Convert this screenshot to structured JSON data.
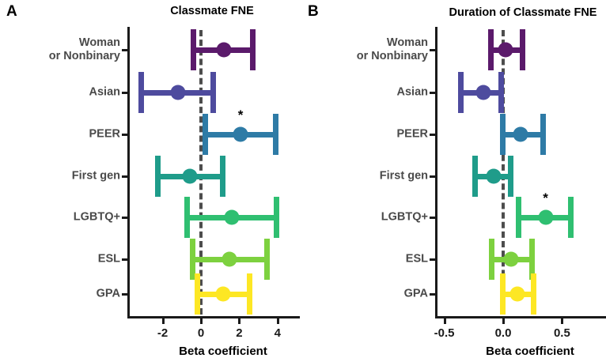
{
  "figure": {
    "panels": [
      {
        "letter": "A",
        "title": "Classmate FNE",
        "xlabel": "Beta coefficient",
        "xticks": [
          "-2",
          "0",
          "2",
          "4"
        ],
        "xtick_values": [
          -2,
          0,
          2,
          4
        ],
        "xlim": [
          -3.85,
          4.95
        ],
        "zero_reference": 0
      },
      {
        "letter": "B",
        "title": "Duration of Classmate FNE",
        "xlabel": "Beta coefficient",
        "xticks": [
          "-0.5",
          "0.0",
          "0.5"
        ],
        "xtick_values": [
          -0.5,
          0.0,
          0.5
        ],
        "xlim": [
          -0.63,
          0.8
        ],
        "zero_reference": 0
      }
    ],
    "categories": [
      "Woman\nor Nonbinary",
      "Asian",
      "PEER",
      "First gen",
      "LGBTQ+",
      "ESL",
      "GPA"
    ],
    "colors": [
      "#5B1A6B",
      "#4E4B9E",
      "#2E7BA6",
      "#1F9C8A",
      "#2FBF71",
      "#7DD13F",
      "#FDE724"
    ],
    "significance_marker": "*"
  },
  "chart_data": [
    {
      "type": "scatter",
      "title": "Classmate FNE",
      "panel": "A",
      "xlabel": "Beta coefficient",
      "ylabel": "",
      "xlim": [
        -3.85,
        4.95
      ],
      "xticks": [
        -2,
        0,
        2,
        4
      ],
      "grid": false,
      "legend": "none",
      "orientation": "horizontal",
      "reference_line": 0,
      "categories": [
        "Woman or Nonbinary",
        "Asian",
        "PEER",
        "First gen",
        "LGBTQ+",
        "ESL",
        "GPA"
      ],
      "estimates": [
        1.2,
        -1.2,
        2.07,
        -0.58,
        1.61,
        1.49,
        1.16
      ],
      "ci_low": [
        -0.54,
        -3.26,
        0.08,
        -2.4,
        -0.87,
        -0.58,
        -0.33
      ],
      "ci_high": [
        2.85,
        0.79,
        4.05,
        1.28,
        4.09,
        3.6,
        2.69
      ],
      "significant": [
        false,
        false,
        true,
        false,
        false,
        false,
        false
      ]
    },
    {
      "type": "scatter",
      "title": "Duration of Classmate FNE",
      "panel": "B",
      "xlabel": "Beta coefficient",
      "ylabel": "",
      "xlim": [
        -0.63,
        0.8
      ],
      "xticks": [
        -0.5,
        0.0,
        0.5
      ],
      "grid": false,
      "legend": "none",
      "orientation": "horizontal",
      "reference_line": 0,
      "categories": [
        "Woman or Nonbinary",
        "Asian",
        "PEER",
        "First gen",
        "LGBTQ+",
        "ESL",
        "GPA"
      ],
      "estimates": [
        0.02,
        -0.17,
        0.15,
        -0.08,
        0.36,
        0.07,
        0.12
      ],
      "ci_low": [
        -0.13,
        -0.38,
        -0.03,
        -0.26,
        0.11,
        -0.12,
        -0.03
      ],
      "ci_high": [
        0.19,
        0.01,
        0.36,
        0.09,
        0.6,
        0.27,
        0.28
      ],
      "significant": [
        false,
        false,
        false,
        false,
        true,
        false,
        false
      ]
    }
  ]
}
